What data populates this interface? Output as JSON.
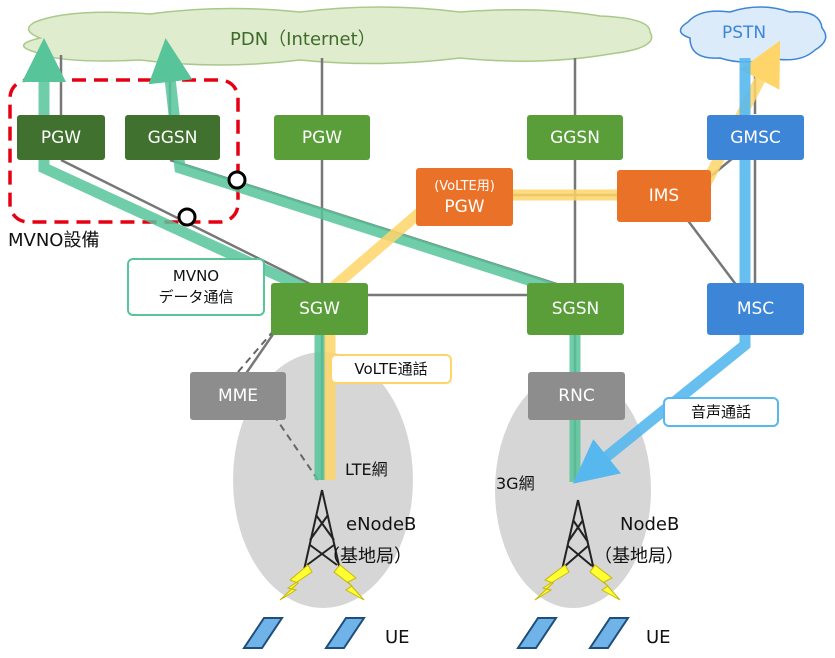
{
  "clouds": {
    "pdn": "PDN（Internet）",
    "pstn": "PSTN"
  },
  "nodes": {
    "pgw_mvno": "PGW",
    "ggsn_mvno": "GGSN",
    "pgw": "PGW",
    "ggsn": "GGSN",
    "gmsc": "GMSC",
    "volte_pgw_sub": "(VoLTE用)",
    "volte_pgw": "PGW",
    "ims": "IMS",
    "sgw": "SGW",
    "sgsn": "SGSN",
    "msc": "MSC",
    "mme": "MME",
    "rnc": "RNC"
  },
  "labels": {
    "mvno_equipment": "MVNO設備",
    "mvno_data_line1": "MVNO",
    "mvno_data_line2": "データ通信",
    "volte_call": "VoLTE通話",
    "voice_call": "音声通話",
    "lte_network": "LTE網",
    "network_3g": "3G網",
    "enodeb": "eNodeB",
    "enodeb_sub": "（基地局）",
    "nodeb": "NodeB",
    "nodeb_sub": "（基地局）",
    "ue_left": "UE",
    "ue_right": "UE"
  },
  "colors": {
    "mvno_data_path": "#57c49a",
    "volte_path": "#ffd56a",
    "voice_path": "#56b8ee",
    "mvno_border": "#e60012",
    "node_green": "#5a9e3a",
    "node_dark_green": "#41712e",
    "node_orange": "#ea7228",
    "node_blue": "#3d85d6",
    "node_gray": "#8d8d8d"
  }
}
